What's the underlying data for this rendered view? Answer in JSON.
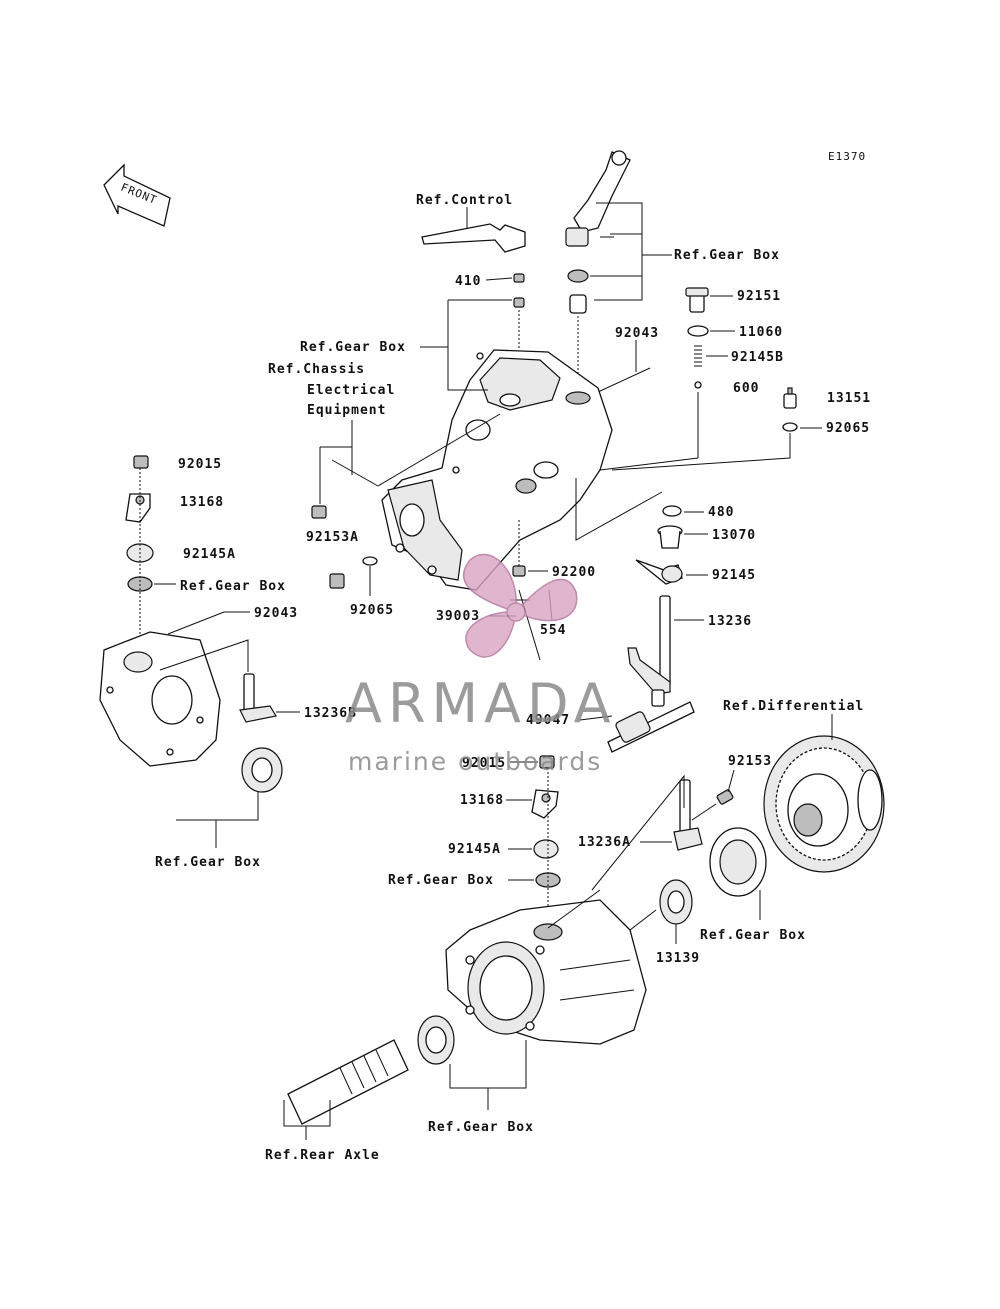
{
  "diagram_id": "E1370",
  "front_label": "FRONT",
  "watermark": {
    "title": "ARMADA",
    "subtitle": "marine outboards",
    "accent_color": "#d9a3c3",
    "text_color": "#8a8a8a"
  },
  "labels": {
    "ref_control": "Ref.Control",
    "ref_gear_box_top_right": "Ref.Gear Box",
    "n410": "410",
    "n92151": "92151",
    "n11060": "11060",
    "n92043_top": "92043",
    "n92145b": "92145B",
    "ref_gear_box_housing": "Ref.Gear Box",
    "ref_chassis_line1": "Ref.Chassis",
    "ref_chassis_line2": "Electrical",
    "ref_chassis_line3": "Equipment",
    "n600": "600",
    "n13151": "13151",
    "n92065_right": "92065",
    "n92015_left": "92015",
    "n13168_left": "13168",
    "n92145a_left": "92145A",
    "ref_gear_box_left": "Ref.Gear Box",
    "n92043_left": "92043",
    "n92153a": "92153A",
    "n92065_mid": "92065",
    "n92200": "92200",
    "n480": "480",
    "n13070": "13070",
    "n92145": "92145",
    "n39003": "39003",
    "n554": "554",
    "n13236": "13236",
    "n13236b": "13236B",
    "n49047": "49047",
    "ref_differential": "Ref.Differential",
    "n92015_mid": "92015",
    "n92153": "92153",
    "n13168_mid": "13168",
    "n13236a": "13236A",
    "n92145a_mid": "92145A",
    "ref_gear_box_mid": "Ref.Gear Box",
    "ref_gear_box_lower_left": "Ref.Gear Box",
    "ref_gear_box_lower_right": "Ref.Gear Box",
    "n13139": "13139",
    "ref_gear_box_bottom": "Ref.Gear Box",
    "ref_rear_axle": "Ref.Rear Axle"
  }
}
